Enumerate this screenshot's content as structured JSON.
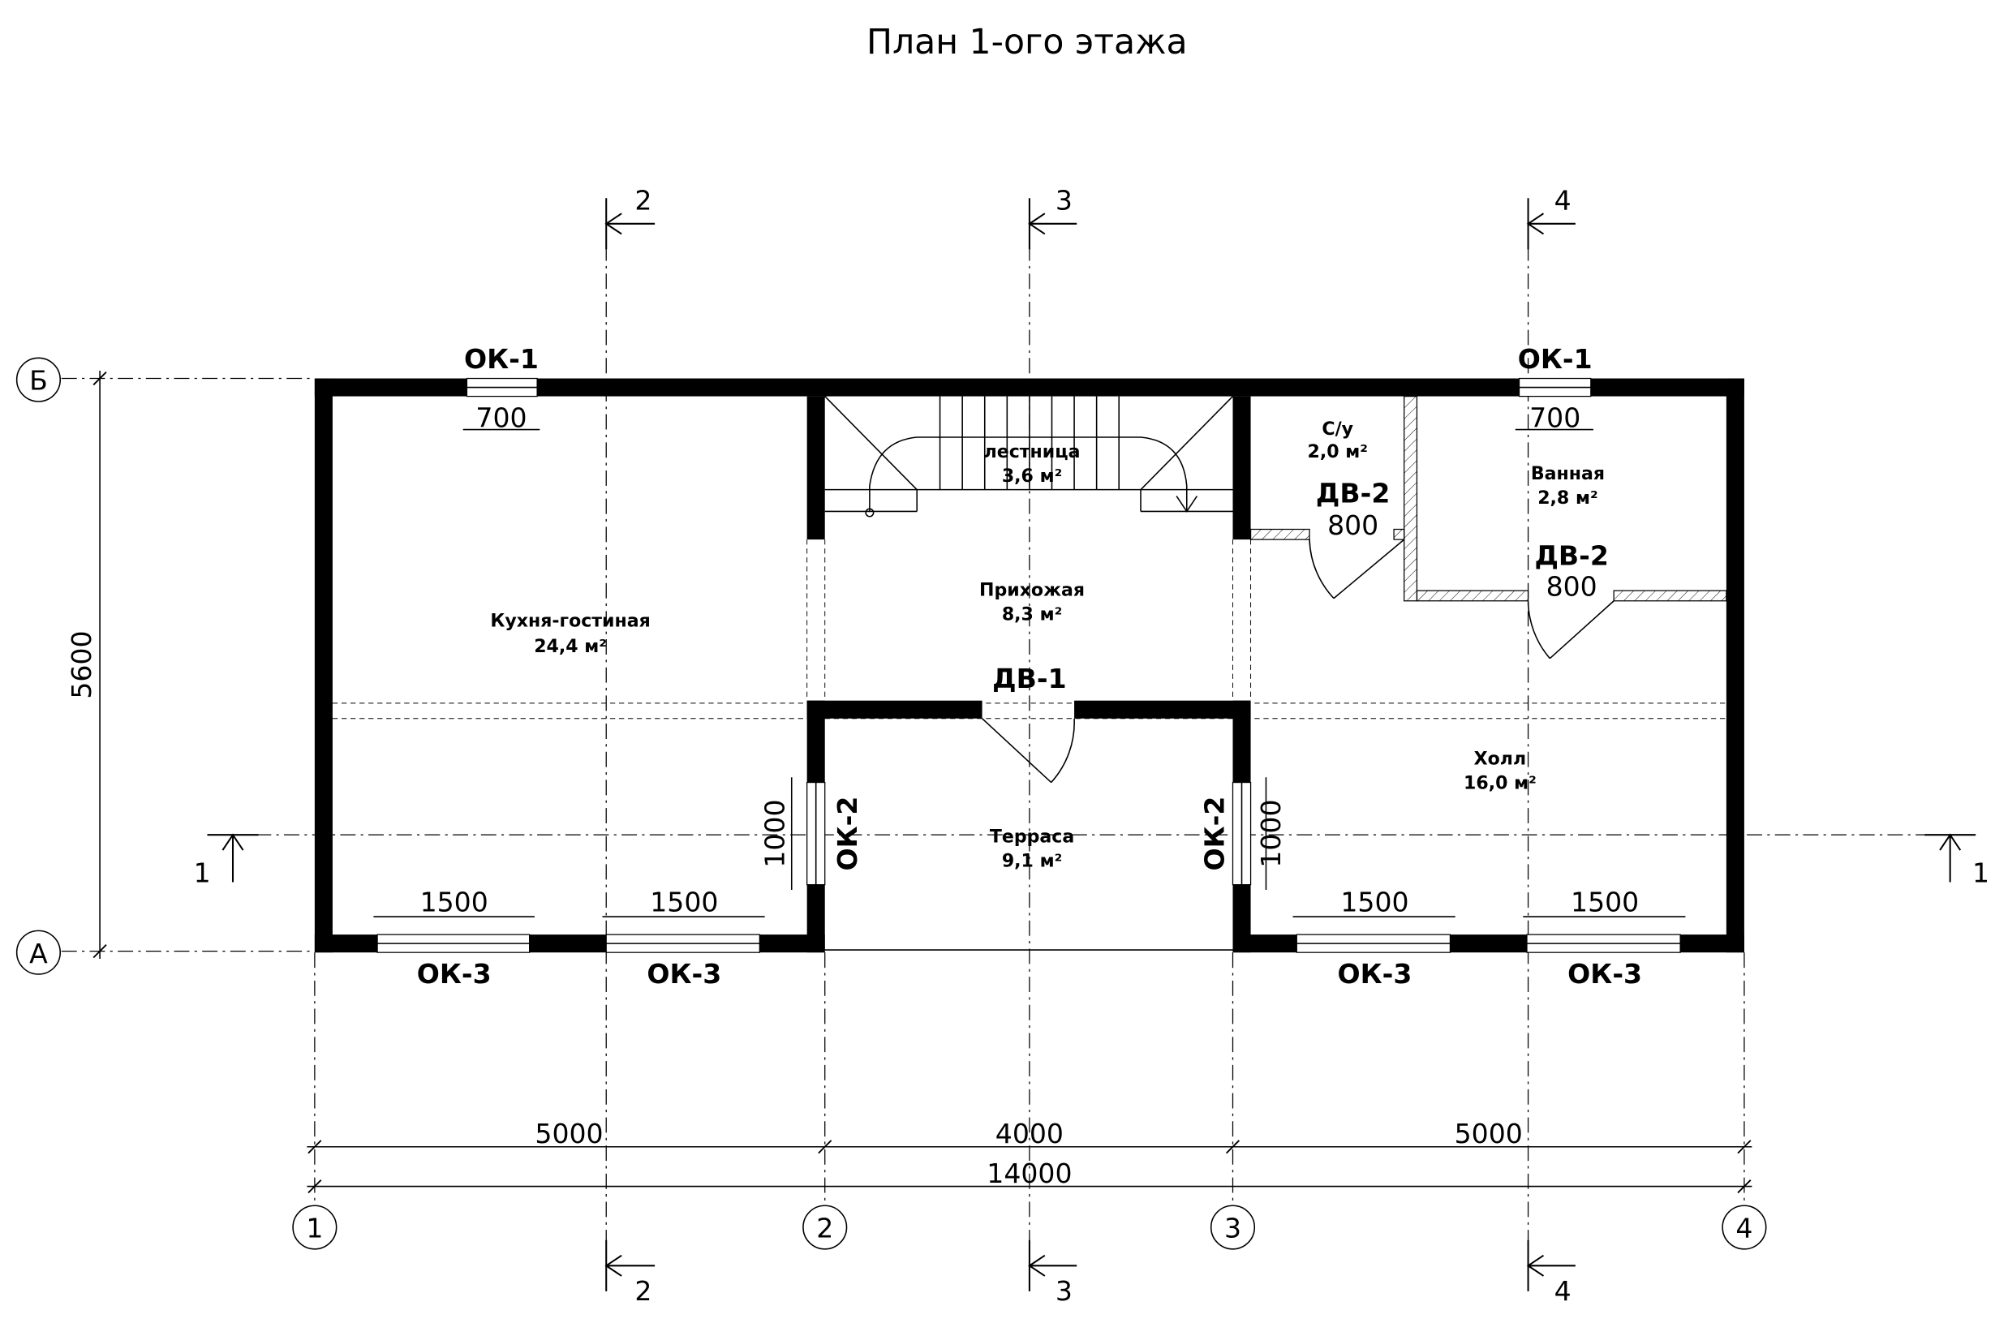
{
  "title": "План 1-ого этажа",
  "rooms": [
    {
      "name": "Кухня-гостиная",
      "area": "24,4 м²"
    },
    {
      "name": "лестница",
      "area": "3,6 м²"
    },
    {
      "name": "Прихожая",
      "area": "8,3 м²"
    },
    {
      "name": "С/у",
      "area": "2,0 м²"
    },
    {
      "name": "Ванная",
      "area": "2,8 м²"
    },
    {
      "name": "Холл",
      "area": "16,0 м²"
    },
    {
      "name": "Терраса",
      "area": "9,1 м²"
    }
  ],
  "marks": {
    "ok1": "ОК-1",
    "ok2": "ОК-2",
    "ok3": "ОК-3",
    "dv1": "ДВ-1",
    "dv2": "ДВ-2",
    "w700": "700",
    "w1000": "1000",
    "w1500": "1500",
    "d800": "800"
  },
  "dims": {
    "d5000": "5000",
    "d4000": "4000",
    "total": "14000",
    "height": "5600"
  },
  "axes": {
    "cols": [
      "1",
      "2",
      "3",
      "4"
    ],
    "rows": [
      "Б",
      "А"
    ]
  },
  "sections": [
    "1",
    "2",
    "3",
    "4"
  ]
}
